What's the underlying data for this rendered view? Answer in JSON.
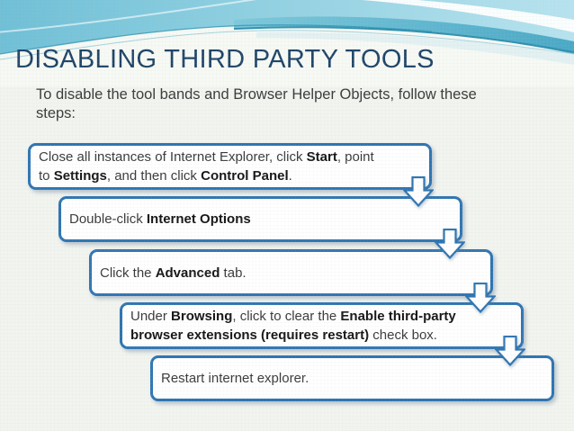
{
  "slide": {
    "title": "DISABLING THIRD PARTY TOOLS",
    "intro": "To disable the tool bands and Browser Helper Objects, follow these steps:",
    "steps": [
      {
        "segments": [
          {
            "text": "Close all instances of Internet Explorer, click "
          },
          {
            "text": "Start",
            "bold": true
          },
          {
            "text": ", point"
          },
          {
            "br": true
          },
          {
            "text": "to "
          },
          {
            "text": "Settings",
            "bold": true
          },
          {
            "text": ", and then click "
          },
          {
            "text": "Control Panel",
            "bold": true
          },
          {
            "text": "."
          }
        ]
      },
      {
        "segments": [
          {
            "text": "Double-click "
          },
          {
            "text": "Internet Options",
            "bold": true
          }
        ]
      },
      {
        "segments": [
          {
            "text": "Click the "
          },
          {
            "text": "Advanced",
            "bold": true
          },
          {
            "text": " tab."
          }
        ]
      },
      {
        "segments": [
          {
            "text": "Under "
          },
          {
            "text": "Browsing",
            "bold": true
          },
          {
            "text": ", click to clear the "
          },
          {
            "text": "Enable third-party",
            "bold": true
          },
          {
            "br": true
          },
          {
            "text": "browser extensions (requires restart)",
            "bold": true
          },
          {
            "text": " check box."
          }
        ]
      },
      {
        "segments": [
          {
            "text": "Restart internet explorer."
          }
        ]
      }
    ],
    "connector_icon": "down-arrow-icon"
  },
  "colors": {
    "accent-blue": "#2e74b2",
    "title-navy": "#1e4468",
    "body-text": "#3a3a3a",
    "wave-teal": "#74c2d9",
    "wave-teal-dark": "#2f8fae"
  }
}
